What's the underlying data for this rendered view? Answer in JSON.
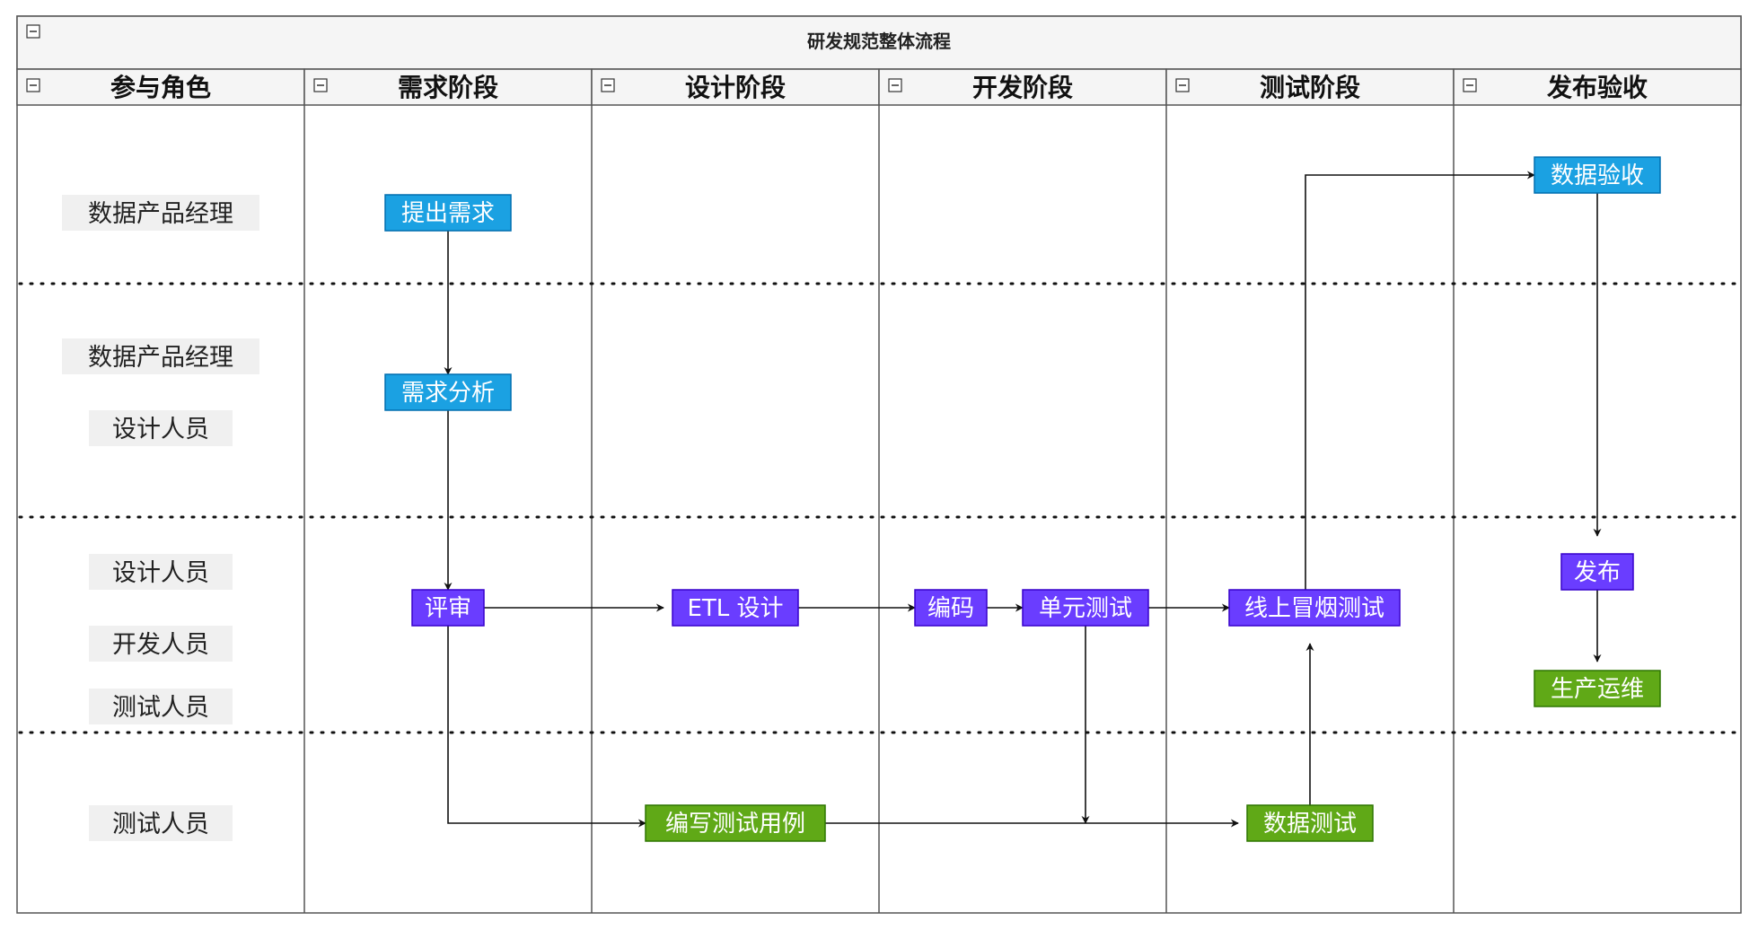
{
  "title": "研发规范整体流程",
  "colors": {
    "blue": "#1ba1e2",
    "blue_border": "#006eaf",
    "purple": "#6a3dff",
    "purple_border": "#3700cc",
    "green": "#60a917",
    "green_border": "#2d7600",
    "collapse_icon": "minus-square-icon"
  },
  "lanes": [
    {
      "id": "roles",
      "label": "参与角色"
    },
    {
      "id": "requirements",
      "label": "需求阶段"
    },
    {
      "id": "design",
      "label": "设计阶段"
    },
    {
      "id": "development",
      "label": "开发阶段"
    },
    {
      "id": "testing",
      "label": "测试阶段"
    },
    {
      "id": "release",
      "label": "发布验收"
    }
  ],
  "roles": [
    {
      "id": "r1",
      "label": "数据产品经理"
    },
    {
      "id": "r2",
      "label": "数据产品经理"
    },
    {
      "id": "r3",
      "label": "设计人员"
    },
    {
      "id": "r4",
      "label": "设计人员"
    },
    {
      "id": "r5",
      "label": "开发人员"
    },
    {
      "id": "r6",
      "label": "测试人员"
    },
    {
      "id": "r7",
      "label": "测试人员"
    }
  ],
  "nodes": [
    {
      "id": "propose",
      "label": "提出需求",
      "color": "blue"
    },
    {
      "id": "analysis",
      "label": "需求分析",
      "color": "blue"
    },
    {
      "id": "review",
      "label": "评审",
      "color": "purple"
    },
    {
      "id": "etl",
      "label": "ETL 设计",
      "color": "purple"
    },
    {
      "id": "coding",
      "label": "编码",
      "color": "purple"
    },
    {
      "id": "unit_test",
      "label": "单元测试",
      "color": "purple"
    },
    {
      "id": "smoke_test",
      "label": "线上冒烟测试",
      "color": "purple"
    },
    {
      "id": "write_cases",
      "label": "编写测试用例",
      "color": "green"
    },
    {
      "id": "data_test",
      "label": "数据测试",
      "color": "green"
    },
    {
      "id": "acceptance",
      "label": "数据验收",
      "color": "blue"
    },
    {
      "id": "release",
      "label": "发布",
      "color": "purple"
    },
    {
      "id": "operations",
      "label": "生产运维",
      "color": "green"
    }
  ],
  "edges": [
    {
      "from": "propose",
      "to": "analysis"
    },
    {
      "from": "analysis",
      "to": "review"
    },
    {
      "from": "review",
      "to": "etl"
    },
    {
      "from": "etl",
      "to": "coding"
    },
    {
      "from": "coding",
      "to": "unit_test"
    },
    {
      "from": "unit_test",
      "to": "smoke_test"
    },
    {
      "from": "review",
      "to": "write_cases"
    },
    {
      "from": "write_cases",
      "to": "data_test"
    },
    {
      "from": "unit_test",
      "to": "data_test"
    },
    {
      "from": "data_test",
      "to": "smoke_test"
    },
    {
      "from": "smoke_test",
      "to": "acceptance"
    },
    {
      "from": "acceptance",
      "to": "release"
    },
    {
      "from": "release",
      "to": "operations"
    }
  ]
}
